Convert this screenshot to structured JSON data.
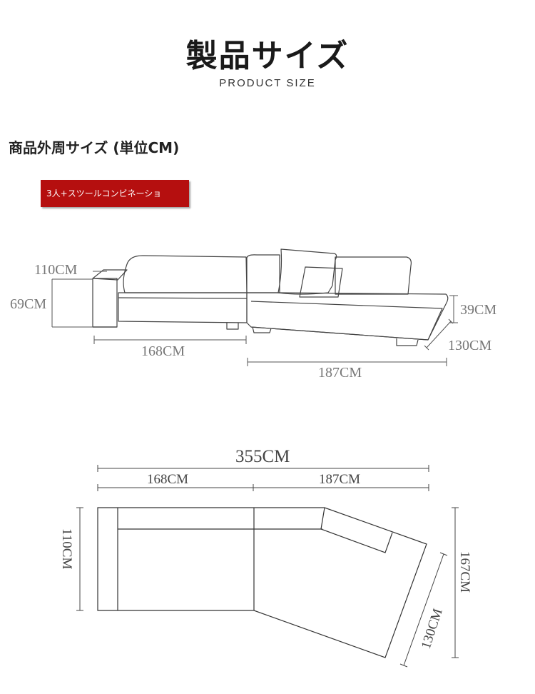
{
  "header": {
    "title": "製品サイズ",
    "subtitle": "PRODUCT SIZE"
  },
  "section": {
    "heading": "商品外周サイズ (単位CM)",
    "tag_label": "3人+スツールコンビネーショ"
  },
  "side_view": {
    "stool_depth": "110CM",
    "stool_height": "69CM",
    "left_width": "168CM",
    "right_width": "187CM",
    "seat_height": "39CM",
    "right_depth": "130CM"
  },
  "top_view": {
    "total_width": "355CM",
    "left_width": "168CM",
    "right_width": "187CM",
    "left_depth": "110CM",
    "chaise_depth": "130CM",
    "total_depth": "167CM"
  },
  "colors": {
    "tag_bg": "#b50f0f",
    "line": "#444444",
    "dim_text": "#777777"
  }
}
